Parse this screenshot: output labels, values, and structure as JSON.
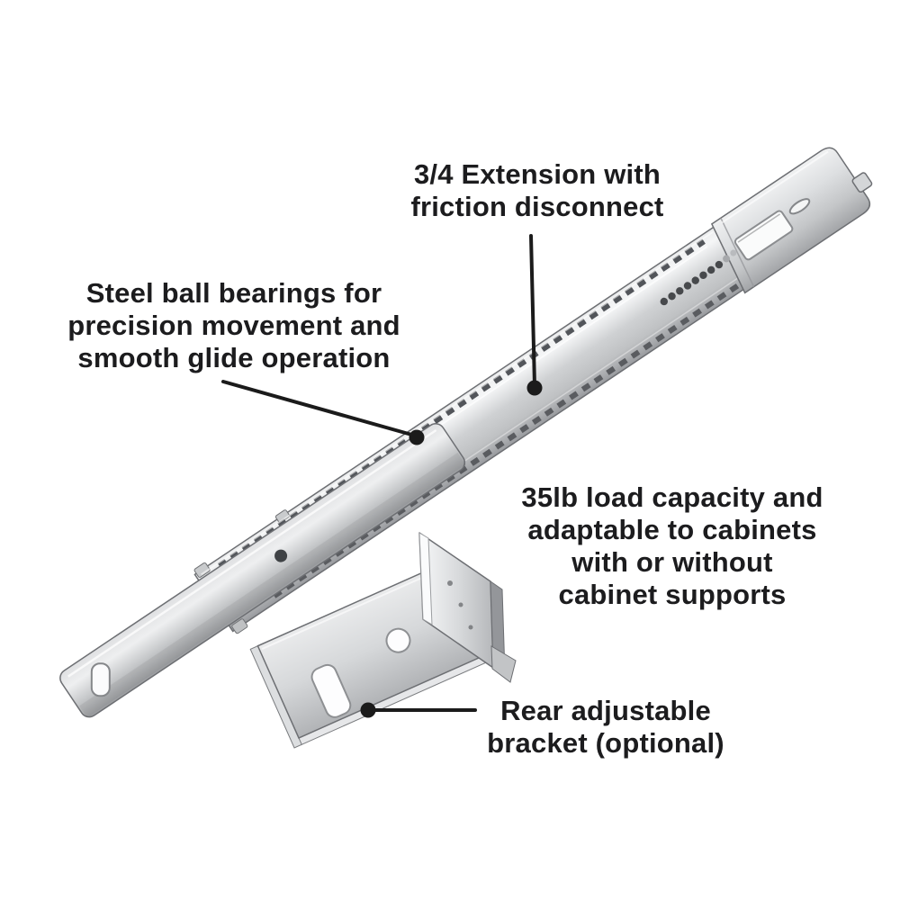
{
  "page": {
    "background": "#ffffff",
    "text_color": "#1c1c1e",
    "leader_line_color": "#1b1b1b"
  },
  "product": {
    "kind": "ball-bearing drawer slide with rear mounting bracket",
    "colors": {
      "metal_highlight": "#f4f5f6",
      "metal_light": "#dcdee0",
      "metal_mid": "#c3c5c7",
      "metal_dark": "#9a9c9f",
      "edge": "#6d6f73",
      "hole_dark": "#47494c"
    }
  },
  "callouts": {
    "extension": {
      "lines": [
        "3/4 Extension with",
        "friction disconnect"
      ]
    },
    "bearings": {
      "lines": [
        "Steel ball bearings for",
        "precision movement and",
        "smooth glide operation"
      ]
    },
    "capacity": {
      "lines": [
        "35lb load capacity and",
        "adaptable to cabinets",
        "with or without",
        "cabinet supports"
      ]
    },
    "bracket": {
      "lines": [
        "Rear adjustable",
        "bracket (optional)"
      ]
    }
  }
}
